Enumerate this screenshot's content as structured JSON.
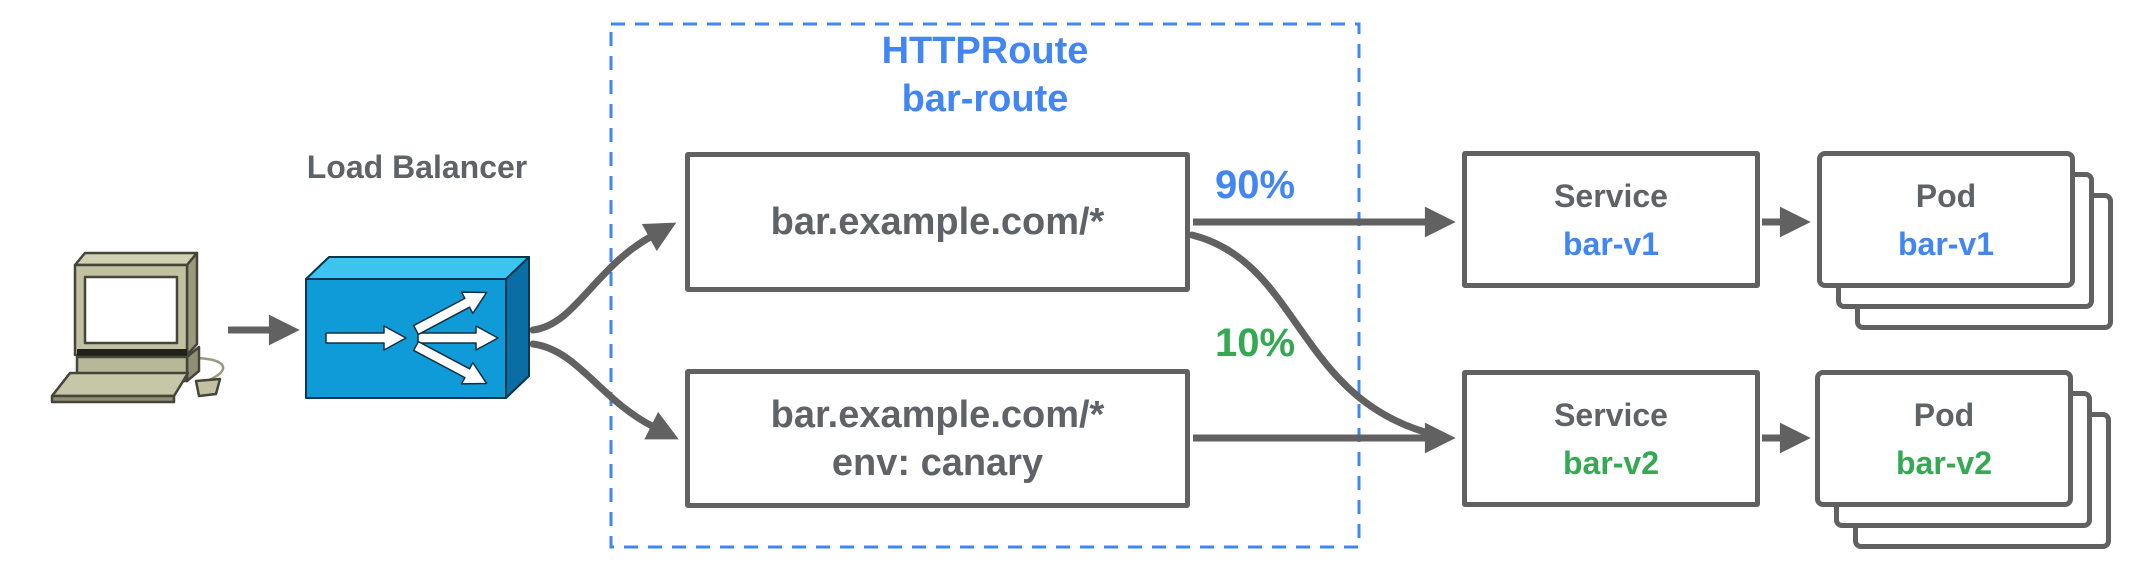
{
  "diagram": {
    "client": {
      "icon": "desktop-computer-icon"
    },
    "load_balancer": {
      "label": "Load Balancer",
      "icon": "load-balancer-icon"
    },
    "httproute": {
      "kind": "HTTPRoute",
      "name": "bar-route",
      "rules": [
        {
          "host": "bar.example.com/*"
        },
        {
          "host": "bar.example.com/*",
          "match": "env: canary"
        }
      ]
    },
    "weights": {
      "primary": "90%",
      "canary": "10%"
    },
    "services": [
      {
        "kind": "Service",
        "name": "bar-v1"
      },
      {
        "kind": "Service",
        "name": "bar-v2"
      }
    ],
    "pods": [
      {
        "kind": "Pod",
        "name": "bar-v1"
      },
      {
        "kind": "Pod",
        "name": "bar-v2"
      }
    ],
    "colors": {
      "accent_blue": "#4285F4",
      "accent_green": "#34A853",
      "text_gray": "#5F6368",
      "border_gray": "#616161",
      "lb_front": "#0F9BD7",
      "lb_top": "#3CC3EF",
      "lb_side": "#0A6EA4",
      "computer_beige": "#C2C2A3"
    }
  }
}
